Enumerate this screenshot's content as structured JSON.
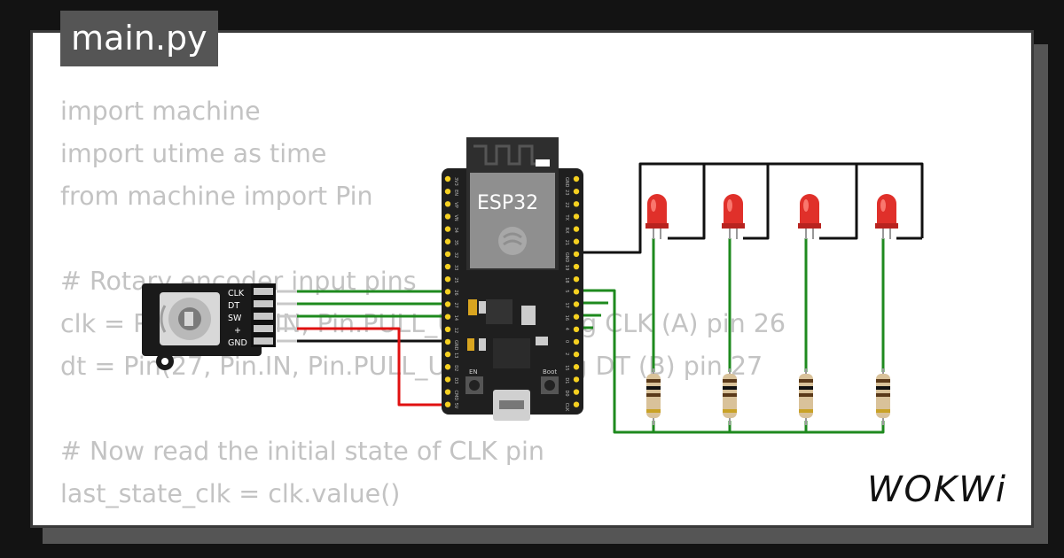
{
  "file_tab": "main.py",
  "code_lines": [
    "import machine",
    "import utime as time",
    "from machine import Pin",
    "",
    "# Rotary encoder input pins",
    "clk = Pin(26, Pin.IN, Pin.PULL_UP)  # Using CLK (A) pin 26",
    "dt = Pin(27, Pin.IN, Pin.PULL_UP)  # Using DT (B) pin 27",
    "",
    "# Now read the initial state of CLK pin",
    "last_state_clk = clk.value()"
  ],
  "board": {
    "label": "ESP32",
    "left_pins": [
      "3V3",
      "EN",
      "VP",
      "VN",
      "34",
      "35",
      "32",
      "33",
      "25",
      "26",
      "27",
      "14",
      "12",
      "GND",
      "13",
      "D2",
      "D3",
      "CMD",
      "5V"
    ],
    "right_pins": [
      "GND",
      "23",
      "22",
      "TX",
      "RX",
      "21",
      "GND",
      "19",
      "18",
      "5",
      "17",
      "16",
      "4",
      "0",
      "2",
      "15",
      "D1",
      "D0",
      "CLK"
    ],
    "buttons": [
      "EN",
      "Boot"
    ]
  },
  "encoder": {
    "pins": [
      "CLK",
      "DT",
      "SW",
      "+",
      "GND"
    ]
  },
  "leds": {
    "count": 4,
    "color": "#e0302a"
  },
  "resistors": {
    "count": 4
  },
  "logo": "WOKWi",
  "wire_colors": {
    "signal": "#1e8a1e",
    "power": "#e01010",
    "ground": "#111111",
    "encoder_wire": "#c8c8c8"
  }
}
